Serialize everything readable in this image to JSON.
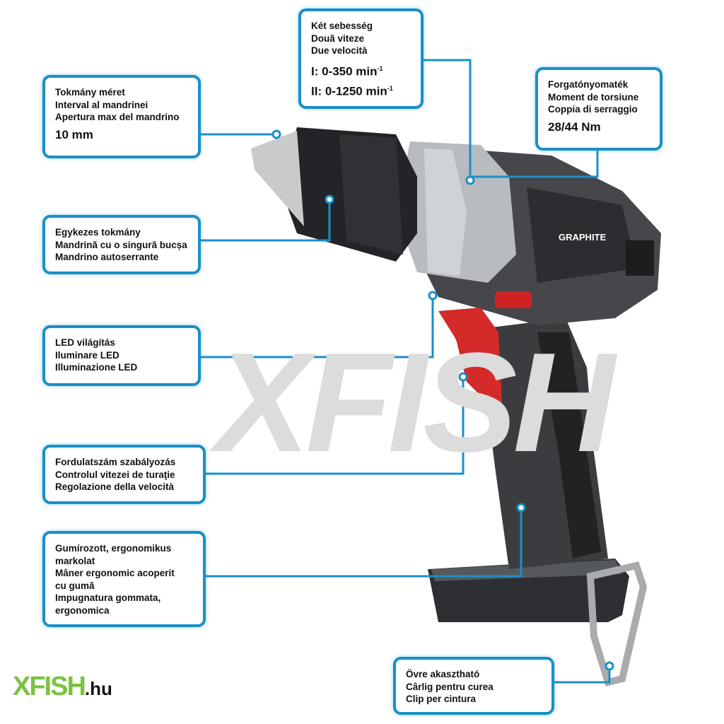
{
  "watermark": "XFISH",
  "logo": {
    "name": "XFISH",
    "suffix": ".hu"
  },
  "brand_on_product": "GRAPHITE",
  "callouts": {
    "chuck_size": {
      "lines": [
        "Tokmány méret",
        "Interval al mandrinei",
        "Apertura max del mandrino"
      ],
      "value": "10 mm"
    },
    "speeds": {
      "lines": [
        "Két sebesség",
        "Două viteze",
        "Due velocità"
      ],
      "value1": "I: 0-350 min",
      "value2": "II: 0-1250 min",
      "exp": "-1"
    },
    "torque": {
      "lines": [
        "Forgatónyomaték",
        "Moment de torsiune",
        "Coppia di serraggio"
      ],
      "value": "28/44 Nm"
    },
    "keyless_chuck": {
      "lines": [
        "Egykezes tokmány",
        "Mandrină cu o singură bucșa",
        "Mandrino autoserrante"
      ]
    },
    "led": {
      "lines": [
        "LED világítás",
        "Iluminare LED",
        "Illuminazione LED"
      ]
    },
    "speed_control": {
      "lines": [
        "Fordulatszám szabályozás",
        "Controlul vitezei de turaţie",
        "Regolazione della velocità"
      ]
    },
    "grip": {
      "lines": [
        "Gumírozott, ergonomikus",
        "markolat",
        "Mâner ergonomic acoperit",
        "cu gumă",
        "Impugnatura gommata,",
        "ergonomica"
      ]
    },
    "belt_clip": {
      "lines": [
        "Övre akasztható",
        "Cârlig pentru curea",
        "Clip per cintura"
      ]
    }
  },
  "colors": {
    "accent": "#1a8fc8",
    "trigger": "#d42a2a",
    "logo_green": "#7cc242"
  }
}
